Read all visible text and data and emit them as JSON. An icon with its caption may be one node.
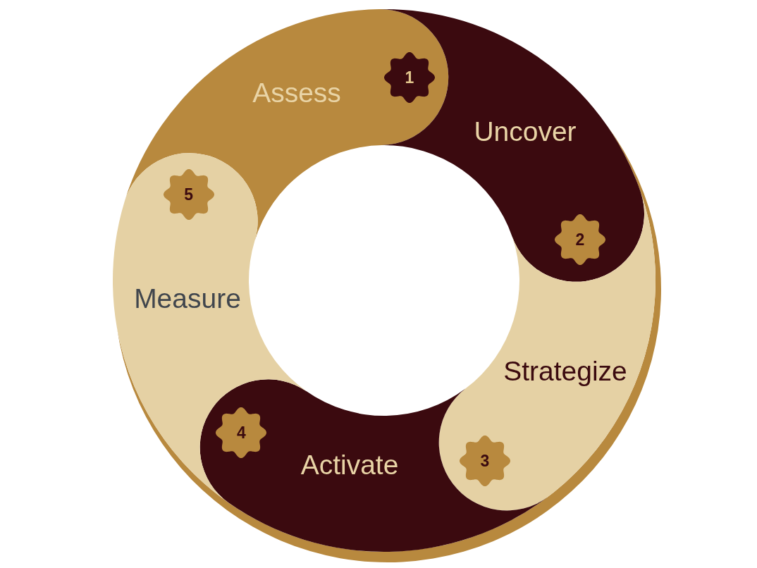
{
  "diagram": {
    "nodes": [
      {
        "text": [
          "Assess"
        ]
      },
      {
        "text": [
          "1"
        ],
        "in": 0
      },
      {
        "text": [
          "Uncover"
        ]
      },
      {
        "text": [
          "2"
        ],
        "in": 2
      },
      {
        "text": [
          "Strategize"
        ]
      },
      {
        "text": [
          "3"
        ],
        "in": 4
      },
      {
        "text": [
          "Activate"
        ]
      },
      {
        "text": [
          "4"
        ],
        "in": 6
      },
      {
        "text": [
          "Measure"
        ]
      },
      {
        "text": [
          "5"
        ],
        "in": 8
      }
    ]
  }
}
